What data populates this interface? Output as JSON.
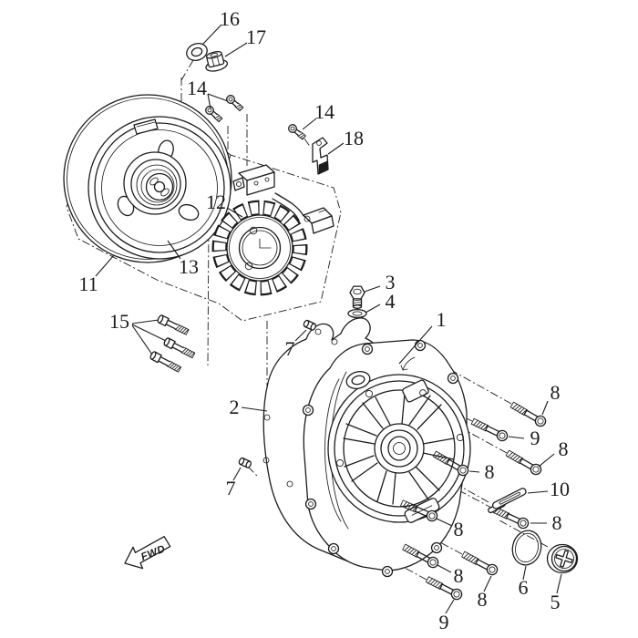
{
  "diagram": {
    "type": "exploded-parts-diagram",
    "subject": "engine-magneto-and-crankcase-cover-assembly",
    "fwd_label": "FWD",
    "colors": {
      "ink": "#1c1c1c",
      "paper": "#ffffff"
    },
    "callouts": [
      {
        "text": "16"
      },
      {
        "text": "17"
      },
      {
        "text": "14"
      },
      {
        "text": "14"
      },
      {
        "text": "18"
      },
      {
        "text": "12"
      },
      {
        "text": "13"
      },
      {
        "text": "11"
      },
      {
        "text": "3"
      },
      {
        "text": "4"
      },
      {
        "text": "1"
      },
      {
        "text": "15"
      },
      {
        "text": "7"
      },
      {
        "text": "2"
      },
      {
        "text": "8"
      },
      {
        "text": "9"
      },
      {
        "text": "8"
      },
      {
        "text": "8"
      },
      {
        "text": "10"
      },
      {
        "text": "7"
      },
      {
        "text": "8"
      },
      {
        "text": "8"
      },
      {
        "text": "8"
      },
      {
        "text": "8"
      },
      {
        "text": "6"
      },
      {
        "text": "5"
      },
      {
        "text": "9"
      }
    ]
  }
}
